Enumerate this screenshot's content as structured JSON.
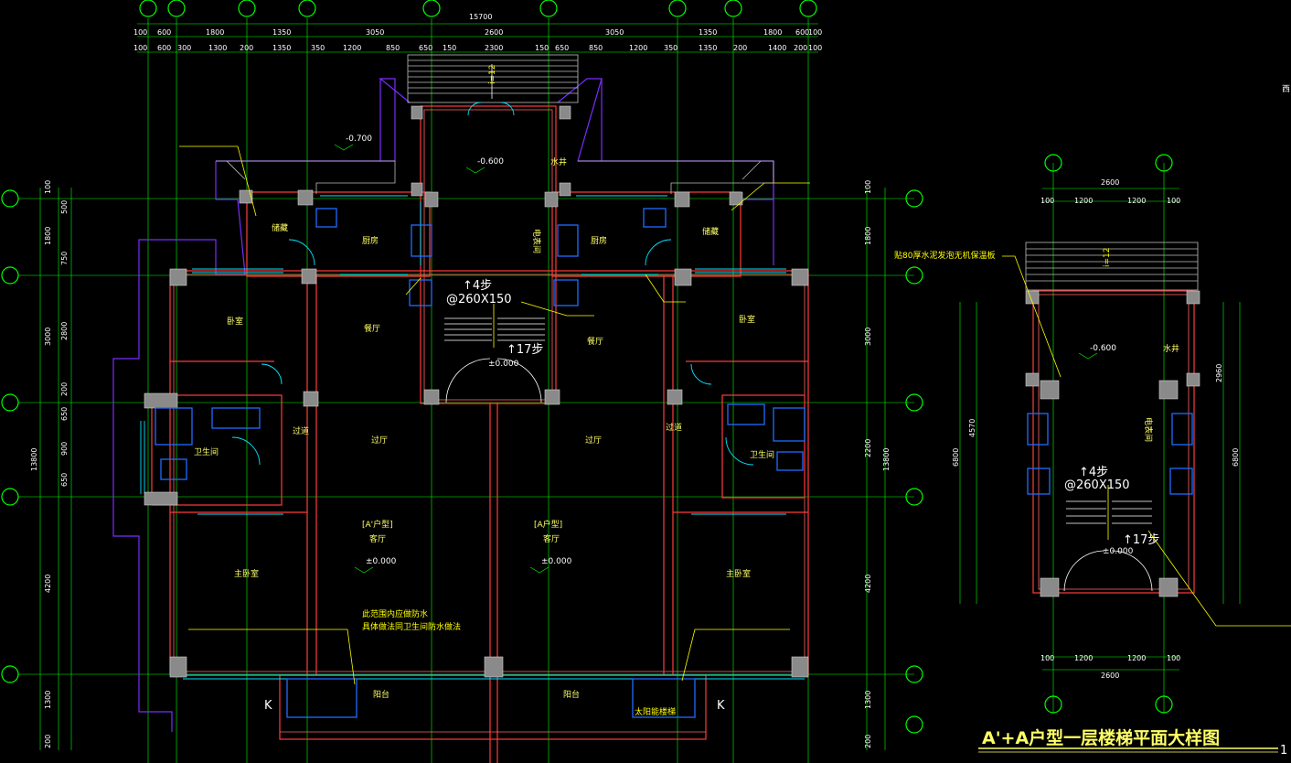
{
  "dims_top_total": "15700",
  "dims_top_row1": [
    "100",
    "600",
    "1800",
    "1350",
    "3050",
    "2600",
    "3050",
    "1350",
    "1800",
    "600",
    "100"
  ],
  "dims_top_row2": [
    "100",
    "600",
    "300",
    "1300",
    "200",
    "1350",
    "350",
    "1200",
    "850",
    "650",
    "150",
    "2300",
    "150",
    "650",
    "850",
    "1200",
    "350",
    "1350",
    "200",
    "1400",
    "200",
    "100"
  ],
  "dims_left_outer": "13800",
  "dims_left_row": [
    "100",
    "500",
    "1800",
    "750",
    "2800",
    "3000",
    "200",
    "650",
    "900",
    "650",
    "4200",
    "1300",
    "200"
  ],
  "dims_right_outer": "13800",
  "dims_right_row": [
    "100",
    "1800",
    "3000",
    "2200",
    "4200",
    "1300",
    "200"
  ],
  "rooms": {
    "storage_l": "储藏",
    "kitchen_l": "厨房",
    "kitchen_r": "厨房",
    "storage_r": "储藏",
    "dining_l": "餐厅",
    "dining_r": "餐厅",
    "bedroom_l": "卧室",
    "bedroom_r": "卧室",
    "bath_l": "卫生间",
    "bath_r": "卫生间",
    "corr_l": "过道",
    "corr_r": "过道",
    "hall_l": "过厅",
    "hall_r": "过厅",
    "living_l": "客厅",
    "living_r": "客厅",
    "unit_l": "[A'户型]",
    "unit_r": "[A户型]",
    "master_l": "主卧室",
    "master_r": "主卧室",
    "balcony_l": "阳台",
    "balcony_r": "阳台",
    "well": "水井",
    "meter": "电表间",
    "k_l": "K",
    "k_r": "K"
  },
  "levels": {
    "l1": "-0.700",
    "l2": "-0.600",
    "l3": "±0.000",
    "l4": "±0.000",
    "l5": "±0.000",
    "detail_level1": "-0.600",
    "detail_level2": "±0.000"
  },
  "stairs": {
    "steps_up": "↑4步",
    "spec": "@260X150",
    "steps_17": "↑17步",
    "slope": "i=12"
  },
  "notes": {
    "waterproof1": "此范围内应做防水",
    "waterproof2": "具体做法同卫生间防水做法",
    "insulation": "贴80厚水泥发泡无机保温板",
    "solar": "太阳能楼梯"
  },
  "detail_dims": {
    "top": "2600",
    "top_split": [
      "100",
      "1200",
      "1200",
      "100"
    ],
    "bottom": "2600",
    "bottom_split": [
      "100",
      "1200",
      "1200",
      "100"
    ],
    "left": "6800",
    "left_inner": "4570",
    "right": "6800",
    "right_inner": "2960"
  },
  "title": "A'+A户型一层楼梯平面大样图",
  "sheet_no": "1",
  "edge_label": "西"
}
